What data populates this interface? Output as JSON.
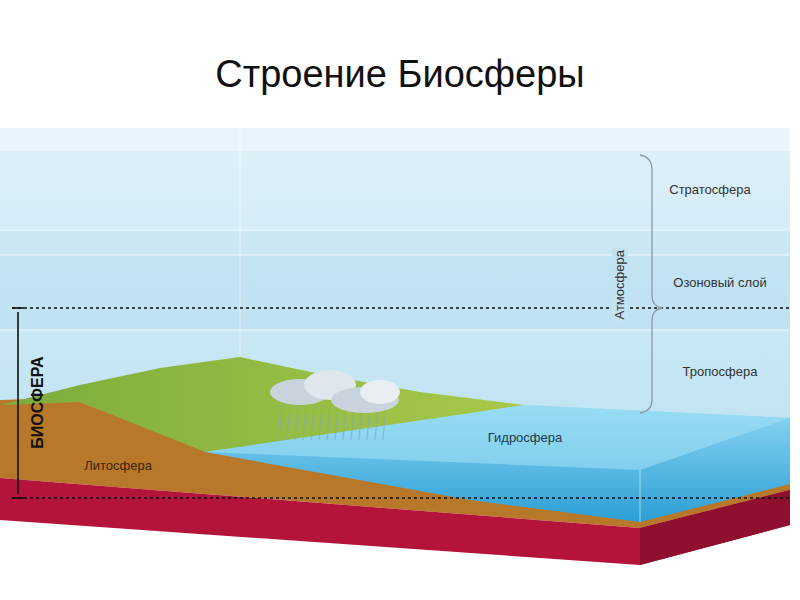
{
  "diagram": {
    "title": "Строение Биосферы",
    "labels": [
      "Стратосфера",
      "Озоновый слой",
      "Атмосфера",
      "Тропосфера",
      "Гидросфера",
      "Литосфера",
      "БИОСФЕРА"
    ]
  }
}
